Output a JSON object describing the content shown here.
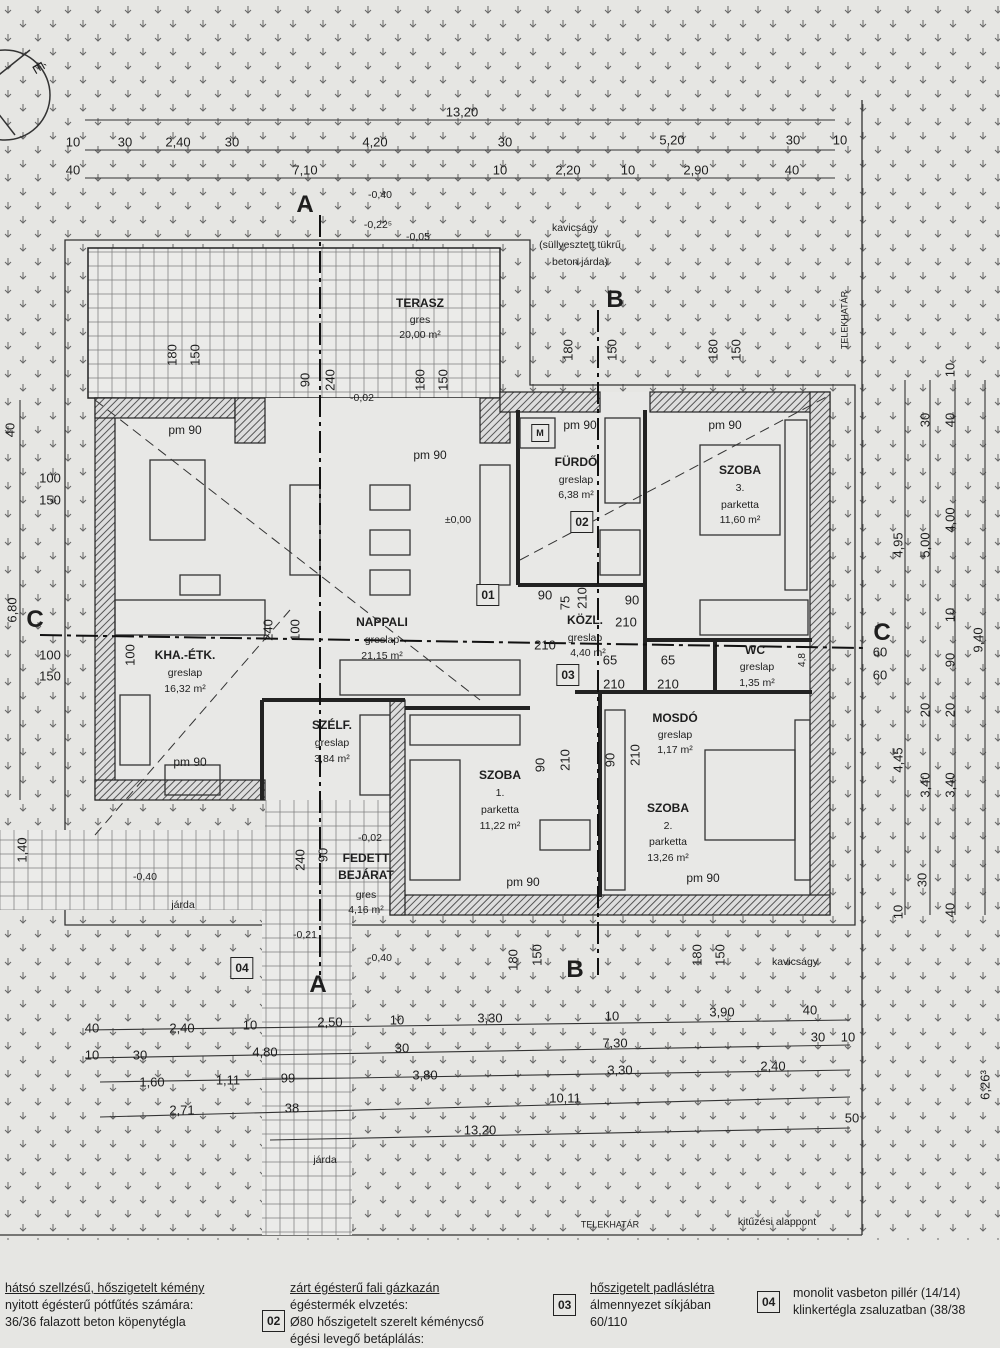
{
  "colors": {
    "paper": "#e6e6e3",
    "ink": "#1e1e1e",
    "wall_hatch": "#555555"
  },
  "north_label": "É",
  "rooms": [
    {
      "id": "terasz",
      "name": "TERASZ",
      "floor": "gres",
      "area": "20,00 m²"
    },
    {
      "id": "nappali",
      "name": "NAPPALI",
      "floor": "greslap",
      "area": "21,15 m²"
    },
    {
      "id": "kha",
      "name": "KHA.-ÉTK.",
      "floor": "greslap",
      "area": "16,32 m²"
    },
    {
      "id": "furdo",
      "name": "FÜRDŐ",
      "floor": "greslap",
      "area": "6,38 m²"
    },
    {
      "id": "szoba3",
      "name": "SZOBA",
      "num": "3.",
      "floor": "parketta",
      "area": "11,60 m²"
    },
    {
      "id": "kozl",
      "name": "KÖZL.",
      "floor": "greslap",
      "area": "4,40 m²"
    },
    {
      "id": "wc",
      "name": "WC",
      "floor": "greslap",
      "area": "1,35 m²"
    },
    {
      "id": "mosdo",
      "name": "MOSDÓ",
      "floor": "greslap",
      "area": "1,17 m²"
    },
    {
      "id": "szelf",
      "name": "SZÉLF.",
      "floor": "greslap",
      "area": "3,84 m²"
    },
    {
      "id": "szoba1",
      "name": "SZOBA",
      "num": "1.",
      "floor": "parketta",
      "area": "11,22 m²"
    },
    {
      "id": "szoba2",
      "name": "SZOBA",
      "num": "2.",
      "floor": "parketta",
      "area": "13,26 m²"
    },
    {
      "id": "fedett",
      "name": "FEDETT",
      "name2": "BEJÁRAT",
      "floor": "gres",
      "area": "4,16 m²"
    }
  ],
  "sections": {
    "a": "A",
    "b": "B",
    "c": "C"
  },
  "notes": {
    "kavicsagy": "kavicságy",
    "kavicsagy2": "(süllyesztett tükrű",
    "kavicsagy3": "beton járda)",
    "kavicsagy_bottom": "kavicságy",
    "jarda1": "járda",
    "jarda2": "járda",
    "telekhatar_right": "TELEKHATÁR",
    "telekhatar_bottom": "TELEKHATÁR",
    "kituzesi": "kitűzési alappont",
    "pm90": "pm 90",
    "zero": "±0,00"
  },
  "levels": [
    "-0,40",
    "-0,22⁵",
    "-0,05",
    "-0,02",
    "-0,02",
    "-0,40",
    "-0,21",
    "-0,40"
  ],
  "markers": {
    "m01": "01",
    "m02": "02",
    "m03": "03",
    "m04": "04",
    "meter": "M"
  },
  "dims_top": {
    "total": "13,20",
    "r2": [
      "10",
      "30",
      "2,40",
      "30",
      "4,20",
      "30",
      "5,20",
      "30",
      "10"
    ],
    "r3": [
      "40",
      "7,10",
      "10",
      "2,20",
      "10",
      "2,90",
      "40"
    ]
  },
  "dims_bottom": {
    "r1": [
      "40",
      "2,40",
      "10",
      "2,50",
      "10",
      "3,30",
      "10",
      "3,90",
      "40"
    ],
    "r2": [
      "10",
      "30",
      "4,80",
      "30",
      "7,30",
      "30",
      "10"
    ],
    "r3": [
      "1,60",
      "1,11",
      "99",
      "3,80",
      "3,30",
      "2,40"
    ],
    "r4": [
      "2,71",
      "38",
      "10,11"
    ],
    "r5": [
      "13,20",
      "50"
    ]
  },
  "dims_right": {
    "c1": [
      "4,95",
      "4,45",
      "10",
      "30"
    ],
    "c2": [
      "30",
      "5,00",
      "20",
      "3,40",
      "10"
    ],
    "c3": [
      "40",
      "4,00",
      "10",
      "90",
      "20",
      "3,40",
      "40"
    ],
    "c4": [
      "9,40"
    ],
    "c5": "6,26³",
    "cc": [
      "60",
      "60"
    ]
  },
  "dims_left": [
    "40",
    "100",
    "150",
    "6,80",
    "100",
    "150",
    "1,40"
  ],
  "door_dims": [
    "90",
    "210",
    "75",
    "210",
    "90",
    "210",
    "65",
    "210",
    "65",
    "210",
    "90",
    "210",
    "90",
    "210",
    "100",
    "240",
    "100",
    "240",
    "90",
    "240",
    "180",
    "150",
    "180",
    "150",
    "180",
    "150",
    "180",
    "150",
    "180",
    "150",
    "180",
    "150",
    "90",
    "4,8"
  ],
  "legend": [
    {
      "title": "hátsó szellzésű, hőszigetelt kémény",
      "lines": [
        "nyitott égésterű pótfűtés számára:",
        "36/36 falazott beton köpenytégla"
      ]
    },
    {
      "num": "02",
      "title": "zárt égésterű fali gázkazán",
      "lines": [
        "égéstermék elvzetés:",
        "Ø80 hőszigetelt szerelt kéménycső",
        "égési levegő betáplálás:"
      ]
    },
    {
      "num": "03",
      "title": "hőszigetelt padláslétra",
      "lines": [
        "álmennyezet síkjában",
        "60/110"
      ]
    },
    {
      "num": "04",
      "lines": [
        "monolit vasbeton pillér (14/14)",
        "klinkertégla zsaluzatban (38/38"
      ]
    }
  ]
}
